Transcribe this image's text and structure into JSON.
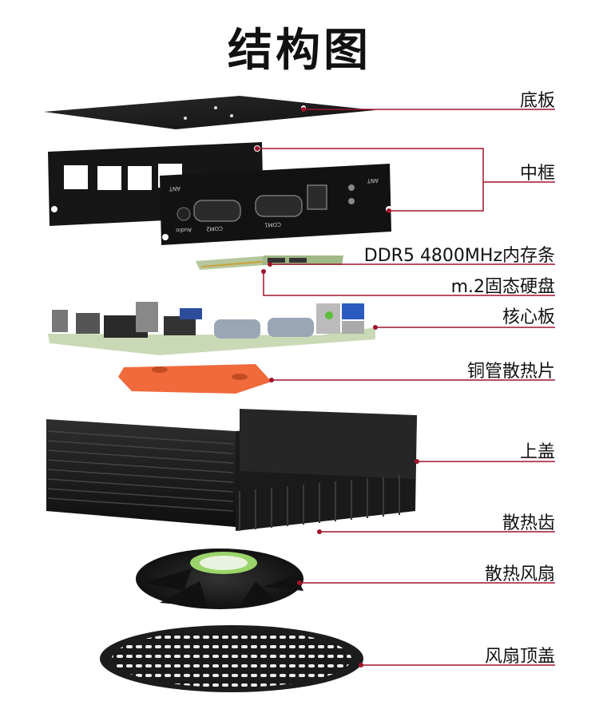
{
  "title": "结构图",
  "labels": {
    "base_plate": "底板",
    "middle_frame": "中框",
    "ddr5": "DDR5 4800MHz内存条",
    "ssd": "m.2固态硬盘",
    "core_board": "核心板",
    "heat_pipe": "铜管散热片",
    "top_cover": "上盖",
    "fins": "散热齿",
    "fan": "散热风扇",
    "fan_cover": "风扇顶盖"
  },
  "port_labels": {
    "ant_left": "ANT",
    "ant_right": "ANT",
    "audio": "Audio",
    "com2": "COM2",
    "com1": "COM1"
  },
  "colors": {
    "leader_line": "#a0142a",
    "metal": "#1b1b1b",
    "copper_pad": "#f06a3c",
    "pcb": "#c9d9b5",
    "fan_label": "#9bd46a"
  }
}
